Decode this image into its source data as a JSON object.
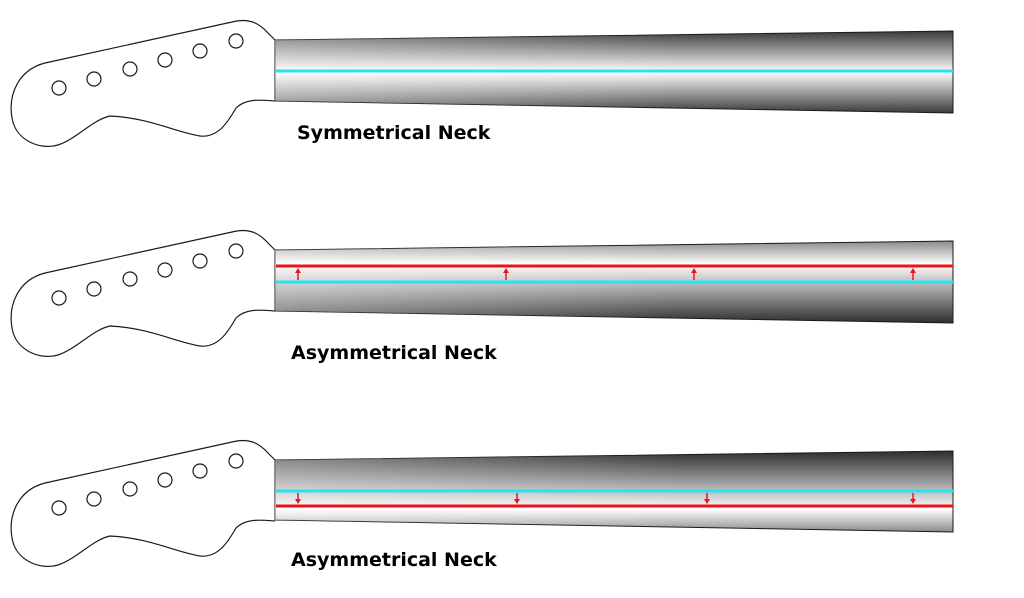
{
  "diagrams": [
    {
      "label": "Symmetrical Neck",
      "type": "symmetrical"
    },
    {
      "label": "Asymmetrical Neck",
      "type": "asymmetrical",
      "offset_direction": "up"
    },
    {
      "label": "Asymmetrical Neck",
      "type": "asymmetrical",
      "offset_direction": "down"
    }
  ],
  "colors": {
    "centerline": "#29e3ec",
    "offset_line": "#e8161b",
    "outline": "#1a1a1a",
    "gradient_dark": "#3a3a3a",
    "gradient_light": "#ffffff"
  }
}
